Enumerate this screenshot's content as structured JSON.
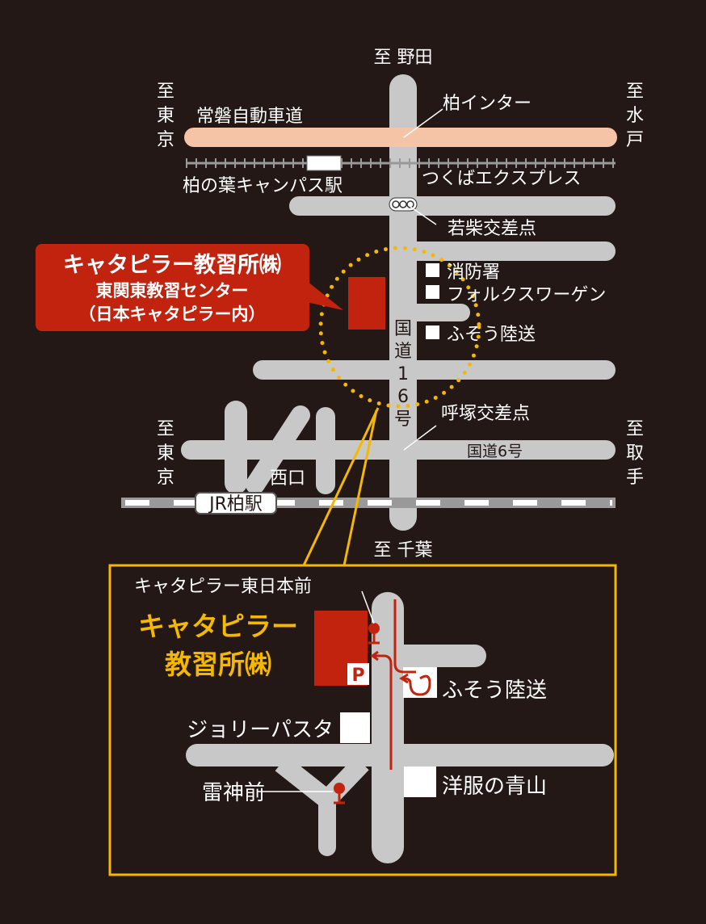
{
  "colors": {
    "background": "#231815",
    "road": "#c8c8c9",
    "expressway": "#f5c3a5",
    "accent_red": "#c1230f",
    "accent_yellow": "#f5b800"
  },
  "directions": {
    "north": "至 野田",
    "south": "至 千葉",
    "west_top": [
      "至",
      "東",
      "京"
    ],
    "east_top": [
      "至",
      "水",
      "戸"
    ],
    "west_bottom": [
      "至",
      "東",
      "京"
    ],
    "east_bottom": [
      "至",
      "取",
      "手"
    ]
  },
  "labels": {
    "expressway": "常磐自動車道",
    "interchange": "柏インター",
    "tx_station": "柏の葉キャンパス駅",
    "tx_line": "つくばエクスプレス",
    "wakashiba": "若柴交差点",
    "fire_station": "消防署",
    "volkswagen": "フォルクスワーゲン",
    "fuso": "ふそう陸送",
    "route16": [
      "国",
      "道",
      "1",
      "6",
      "号"
    ],
    "yobitsuka": "呼塚交差点",
    "route6": "国道6号",
    "nishiguchi": "西口",
    "jr_station": "JR柏駅"
  },
  "callout": {
    "line1": "キャタピラー教習所㈱",
    "line2": "東関東教習センター",
    "line3": "（日本キャタピラー内）"
  },
  "inset": {
    "bus_stop_1": "キャタピラー東日本前",
    "school_line1": "キャタピラー",
    "school_line2": "教習所㈱",
    "parking": "P",
    "fuso": "ふそう陸送",
    "jolly_pasta": "ジョリーパスタ",
    "raijin": "雷神前",
    "aoyama": "洋服の青山"
  }
}
